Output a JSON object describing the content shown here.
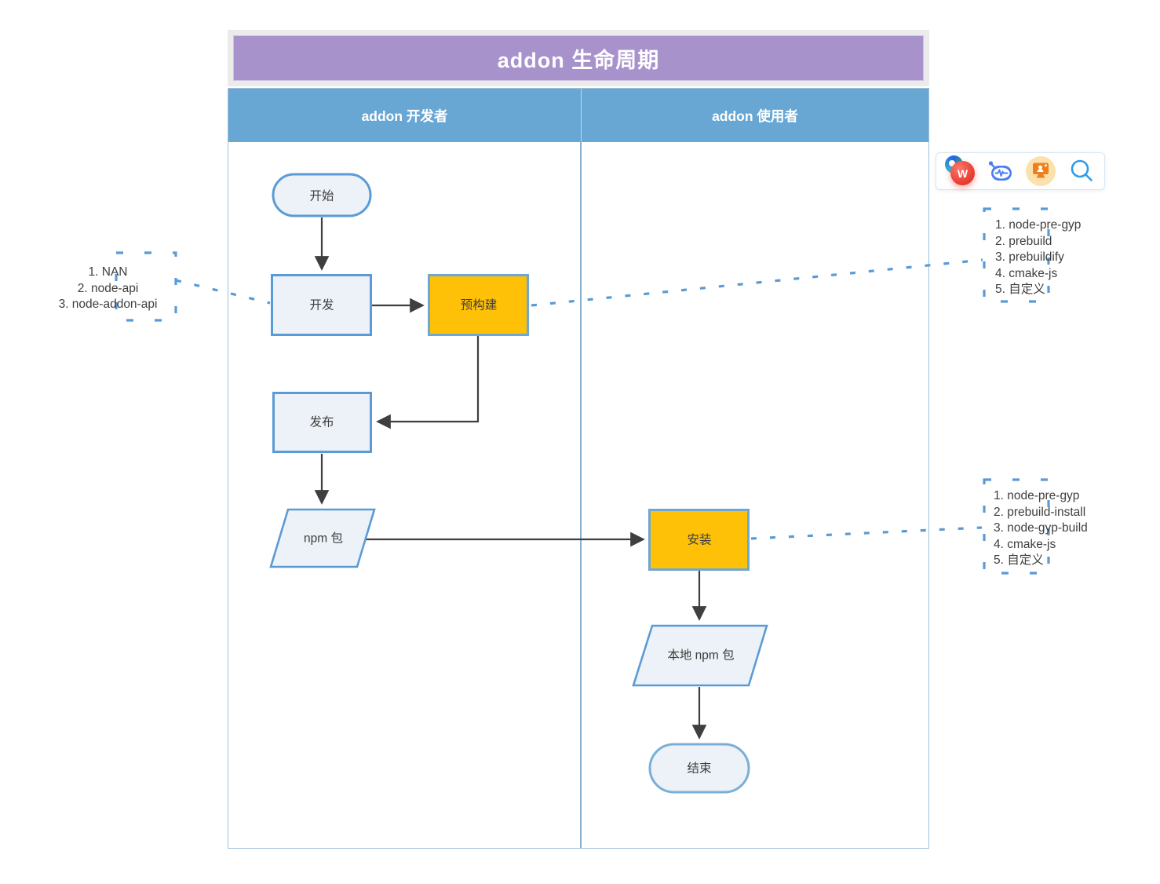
{
  "title": "addon 生命周期",
  "lanes": [
    {
      "label": "addon 开发者"
    },
    {
      "label": "addon 使用者"
    }
  ],
  "nodes": {
    "start": "开始",
    "develop": "开发",
    "prebuild": "预构建",
    "publish": "发布",
    "npm_package": "npm 包",
    "install": "安装",
    "local_npm_package": "本地 npm 包",
    "end": "结束"
  },
  "annotations": {
    "develop_methods": {
      "items": [
        "NAN",
        "node-api",
        "node-addon-api"
      ]
    },
    "prebuild_tools": {
      "items": [
        "node-pre-gyp",
        "prebuild",
        "prebuildify",
        "cmake-js",
        "自定义"
      ]
    },
    "install_tools": {
      "items": [
        "node-pre-gyp",
        "prebuild-install",
        "node-gyp-build",
        "cmake-js",
        "自定义"
      ]
    }
  },
  "toolbar": {
    "icons": [
      {
        "name": "reader-extension-icon",
        "glyph": "W"
      },
      {
        "name": "robot-assistant-icon"
      },
      {
        "name": "screen-person-icon"
      },
      {
        "name": "search-icon"
      }
    ]
  },
  "colors": {
    "accent_blue": "#5b9bd5",
    "node_fill": "#edf2f8",
    "highlight_orange": "#ffc008",
    "title_purple": "#a892cc",
    "lane_header_blue": "#68a7d3",
    "arrow": "#3f3f3f"
  }
}
